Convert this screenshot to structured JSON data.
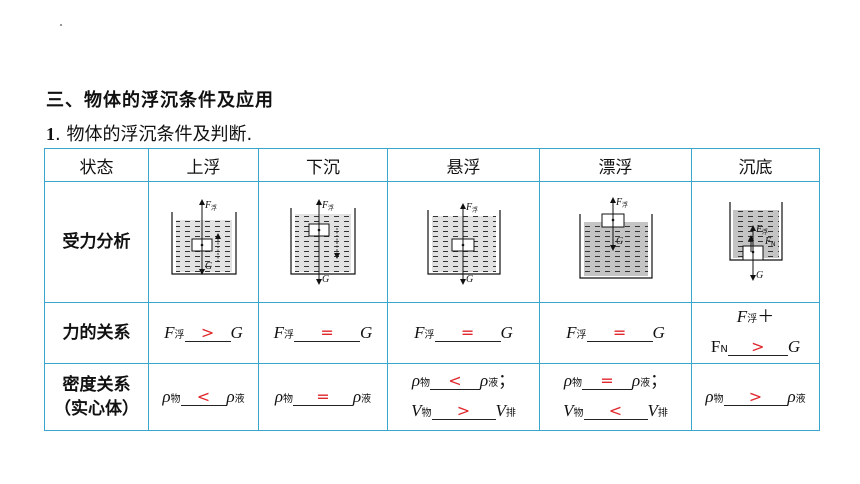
{
  "heading": "三、物体的浮沉条件及应用",
  "subheading": {
    "number": "1",
    "text": ". 物体的浮沉条件及判断."
  },
  "table": {
    "corner": "状态",
    "columns": [
      "上浮",
      "下沉",
      "悬浮",
      "漂浮",
      "沉底"
    ],
    "rows": {
      "force_analysis": "受力分析",
      "force_relation": "力的关系",
      "density_relation_line1": "密度关系",
      "density_relation_line2": "（实心体）"
    },
    "diagram_labels": {
      "buoyancy": "F",
      "buoyancy_sub": "浮",
      "gravity": "G",
      "support": "F",
      "support_sub": "N"
    },
    "force": {
      "f": "F",
      "fu": "浮",
      "g": "G",
      "plus": "＋",
      "fn": "F",
      "fn_sub": "N",
      "answers": [
        ">",
        "=",
        "=",
        "=",
        ">"
      ]
    },
    "density": {
      "rho": "ρ",
      "wu": "物",
      "ye": "液",
      "v": "V",
      "pai": "排",
      "semicolon": "；",
      "answers": {
        "rise": "<",
        "sink": "=",
        "suspend_rho": "<",
        "suspend_v": ">",
        "float_rho": "=",
        "float_v": "<",
        "bottom": ">"
      }
    }
  }
}
